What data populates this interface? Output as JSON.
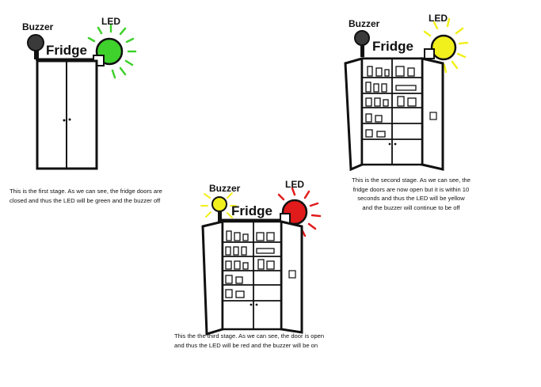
{
  "colors": {
    "led_green": "#3fd12c",
    "led_yellow": "#f2f01c",
    "led_red": "#e11b1b",
    "buzzer_off": "#3a3a3a",
    "buzzer_on": "#f2f01c",
    "outline": "#111111"
  },
  "stage1": {
    "buzzer_label": "Buzzer",
    "led_label": "LED",
    "fridge_label": "Fridge",
    "caption_line1": "This is the first stage. As we can see, the fridge doors are",
    "caption_line2": "closed and thus the LED will be green and the buzzer off",
    "door_state": "closed",
    "led_state": "green",
    "buzzer_state": "off"
  },
  "stage2": {
    "buzzer_label": "Buzzer",
    "led_label": "LED",
    "fridge_label": "Fridge",
    "caption_line1": "This is the second stage. As we can see, the",
    "caption_line2": "fridge doors are now open but it is within 10",
    "caption_line3": "seconds and thus the LED will be yellow",
    "caption_line4": "and the buzzer will continue to be off",
    "door_state": "open",
    "led_state": "yellow",
    "buzzer_state": "off"
  },
  "stage3": {
    "buzzer_label": "Buzzer",
    "led_label": "LED",
    "fridge_label": "Fridge",
    "caption_line1": "This the the third stage. As we can see, the door is open",
    "caption_line2": "and thus the LED will be red and the buzzer will be on",
    "door_state": "open",
    "led_state": "red",
    "buzzer_state": "on"
  }
}
